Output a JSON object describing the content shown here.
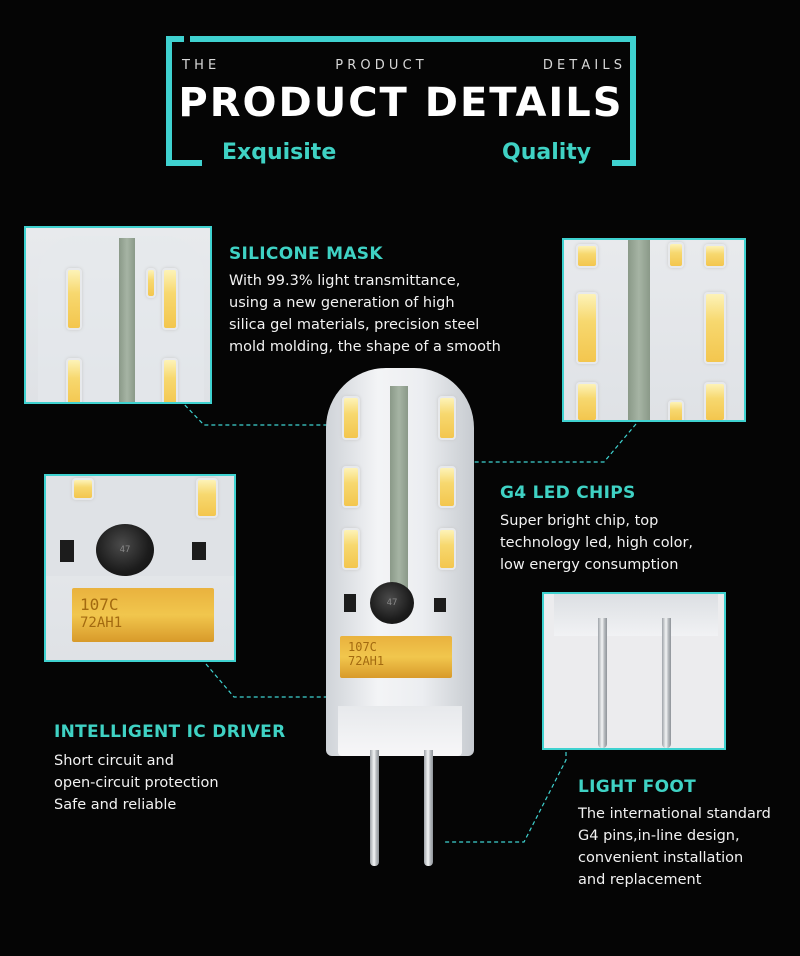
{
  "header": {
    "eyebrow_words": [
      "T H E",
      "P R O D U C T",
      "D E T A I L S"
    ],
    "title": "PRODUCT DETAILS",
    "sub_left": "Exquisite",
    "sub_right": "Quality"
  },
  "features": {
    "silicone_mask": {
      "title": "SILICONE MASK",
      "lines": [
        "With 99.3% light transmittance,",
        "using a new generation of high",
        "silica gel materials, precision steel",
        "mold molding, the shape of a smooth"
      ]
    },
    "g4_led_chips": {
      "title": "G4 LED CHIPS",
      "lines": [
        "Super bright chip, top",
        "technology led, high color,",
        "low energy consumption"
      ]
    },
    "ic_driver": {
      "title": "INTELLIGENT IC DRIVER",
      "lines": [
        "Short circuit and",
        "open-circuit protection",
        "Safe and reliable"
      ]
    },
    "light_foot": {
      "title": "LIGHT FOOT",
      "lines": [
        "The international standard",
        "G4 pins,in-line design,",
        "convenient installation",
        "and replacement"
      ]
    }
  },
  "component_labels": {
    "capacitor_line1": "107C",
    "capacitor_line2": "72AH1",
    "inductor": "47"
  },
  "colors": {
    "accent": "#3fd2c4",
    "background": "#050505",
    "frame": "#3fd2d0"
  }
}
